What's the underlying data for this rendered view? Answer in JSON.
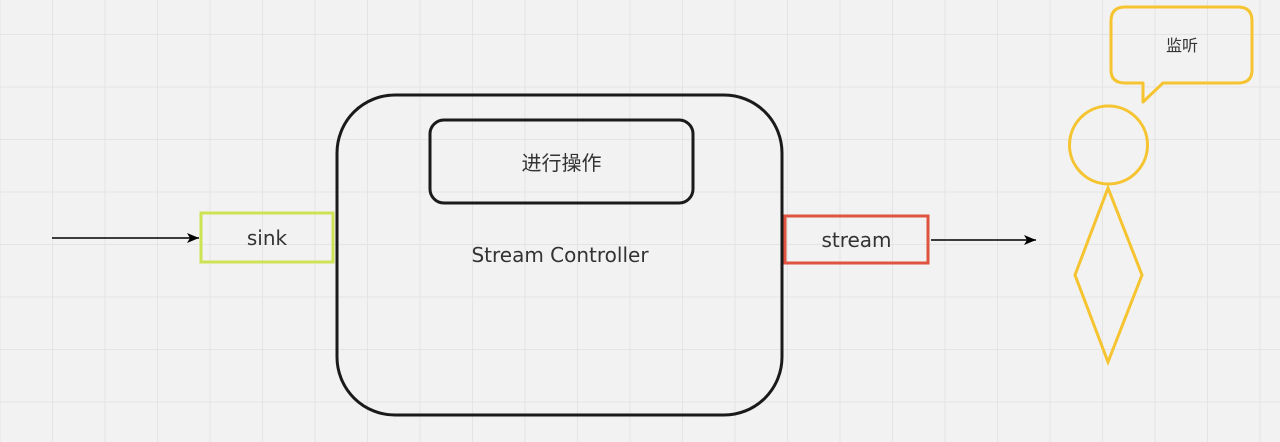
{
  "diagram": {
    "sink_label": "sink",
    "operation_label": "进行操作",
    "controller_label": "Stream Controller",
    "stream_label": "stream",
    "listen_label": "监听"
  },
  "colors": {
    "background": "#f2f2f2",
    "grid": "#e4e4e4",
    "controller_border": "#1a1a1a",
    "sink_border": "#cde353",
    "stream_border": "#e0533f",
    "listener": "#f5c430",
    "arrow": "#000000"
  }
}
